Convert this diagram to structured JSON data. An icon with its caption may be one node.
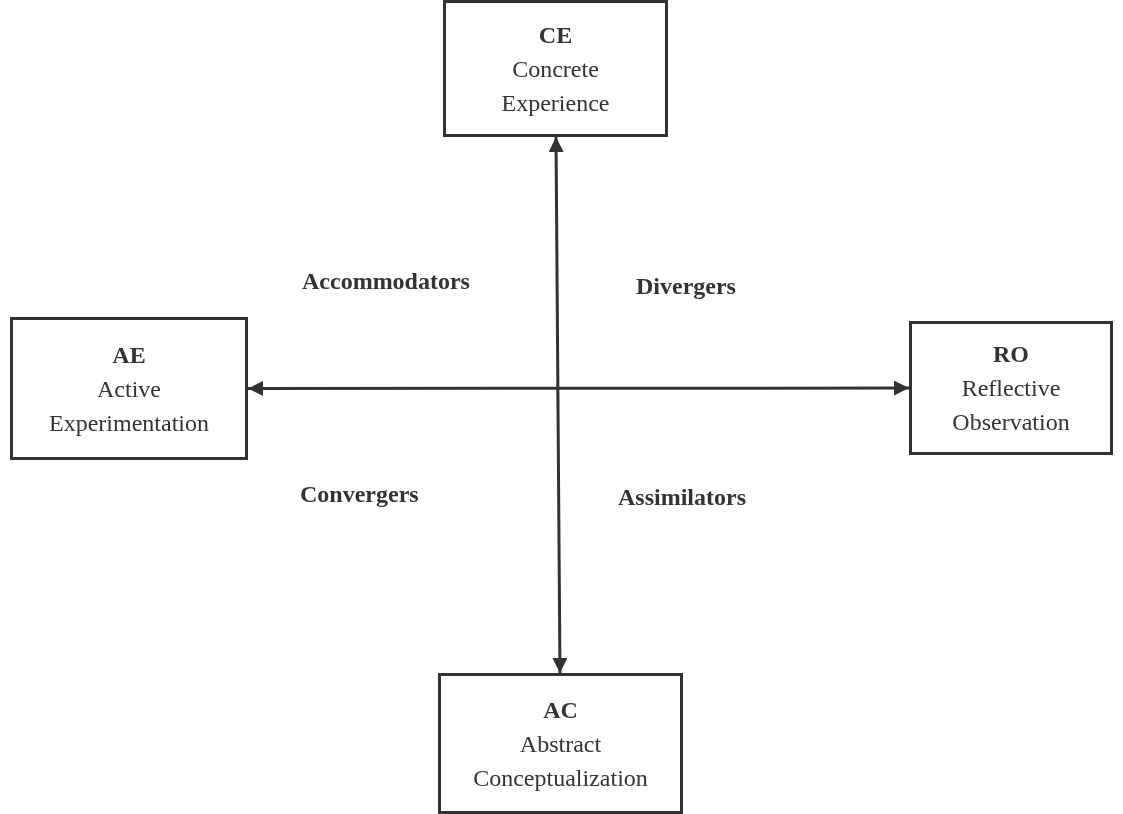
{
  "diagram": {
    "nodes": [
      {
        "text": [
          "CE",
          "Concrete Experience"
        ]
      },
      {
        "text": [
          "AE",
          "Active Experimentation"
        ]
      },
      {
        "text": [
          "RO",
          "Reflective Observation"
        ]
      },
      {
        "text": [
          "AC",
          "Abstract Conceptualization"
        ]
      }
    ],
    "edges": [
      {
        "from": 0,
        "to": 3,
        "arrow": "both"
      },
      {
        "from": 1,
        "to": 2,
        "arrow": "both"
      }
    ],
    "labels": [
      "Accommodators",
      "Divergers",
      "Convergers",
      "Assimilators"
    ]
  }
}
